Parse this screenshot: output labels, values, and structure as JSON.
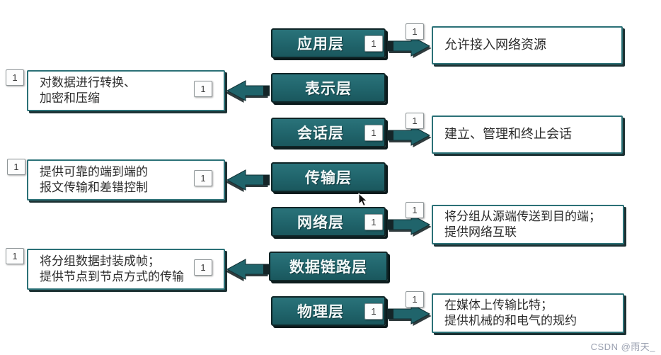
{
  "badge_label": "1",
  "watermark": "CSDN @雨天_",
  "colors": {
    "layer_box_teal": "#20646b",
    "box_border_teal": "#2b7177",
    "shadow_dark": "#0c1b1d",
    "desc_text": "#2b2b2b",
    "watermark_gray": "#9aa0b0"
  },
  "layers": [
    {
      "name": "应用层",
      "side": "right",
      "desc_lines": [
        "允许接入网络资源"
      ]
    },
    {
      "name": "表示层",
      "side": "left",
      "desc_lines": [
        "对数据进行转换、",
        "加密和压缩"
      ]
    },
    {
      "name": "会话层",
      "side": "right",
      "desc_lines": [
        "建立、管理和终止会话"
      ]
    },
    {
      "name": "传输层",
      "side": "left",
      "desc_lines": [
        "提供可靠的端到端的",
        "报文传输和差错控制"
      ]
    },
    {
      "name": "网络层",
      "side": "right",
      "desc_lines": [
        "将分组从源端传送到目的端；",
        "提供网络互联"
      ]
    },
    {
      "name": "数据链路层",
      "side": "left",
      "desc_lines": [
        "将分组数据封装成帧；",
        "提供节点到节点方式的传输"
      ]
    },
    {
      "name": "物理层",
      "side": "right",
      "desc_lines": [
        "在媒体上传输比特；",
        "提供机械的和电气的规约"
      ]
    }
  ]
}
